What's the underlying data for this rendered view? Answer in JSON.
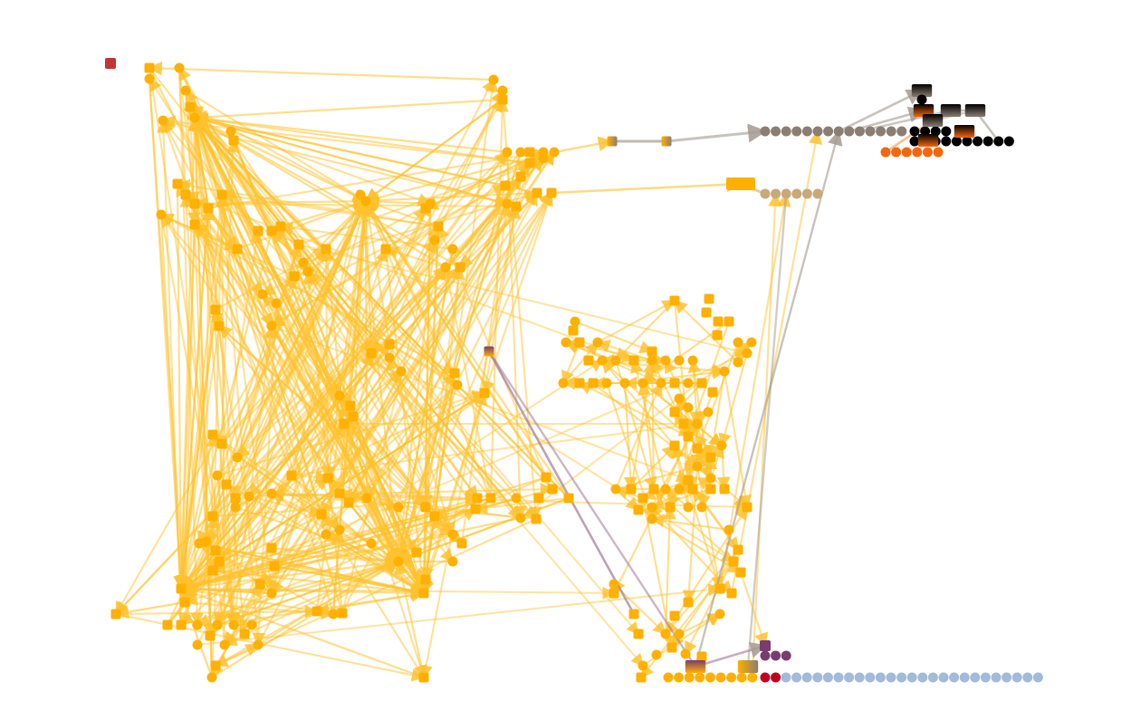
{
  "graph": {
    "colors": {
      "amber": "#ffb000",
      "amber_edge": "#ffc22e",
      "taupe": "#8b7d72",
      "tan": "#c8a97a",
      "black": "#000000",
      "orange": "#f4670e",
      "purple": "#7a3b70",
      "crimson": "#c00020",
      "steel_blue": "#a3bad8",
      "red_square": "#c83232",
      "grey_edge": "#a39a90",
      "mauve_edge": "#a07a95"
    },
    "node_shapes": [
      "circle",
      "square"
    ],
    "edge_style": "directed-arrow"
  }
}
